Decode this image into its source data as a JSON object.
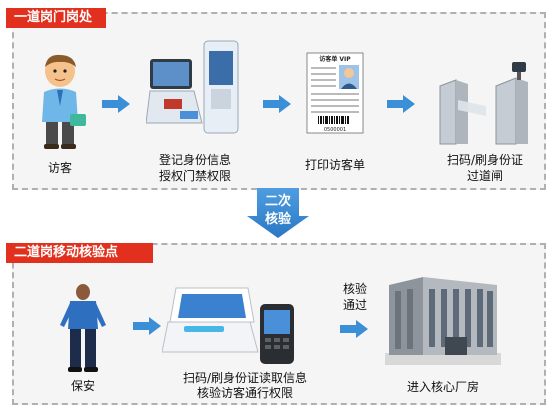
{
  "section1": {
    "title": "一道岗门岗处",
    "steps": [
      {
        "label": "访客"
      },
      {
        "label_line1": "登记身份信息",
        "label_line2": "授权门禁权限"
      },
      {
        "label": "打印访客单"
      },
      {
        "label_line1": "扫码/刷身份证",
        "label_line2": "过道闸"
      }
    ],
    "card_title": "访客单 VIP",
    "card_number": "0500001"
  },
  "middle": {
    "line1": "二次",
    "line2": "核验"
  },
  "section2": {
    "title": "二道岗移动核验点",
    "steps": [
      {
        "label": "保安"
      },
      {
        "label_line1": "扫码/刷身份证读取信息",
        "label_line2": "核验访客通行权限"
      },
      {
        "label": "进入核心厂房"
      }
    ],
    "verify_line1": "核验",
    "verify_line2": "通过"
  },
  "colors": {
    "accent": "#e1301d",
    "arrow": "#3a8fd6",
    "panel_bg": "#f5f5f5",
    "panel_border": "#b0b0b0"
  }
}
